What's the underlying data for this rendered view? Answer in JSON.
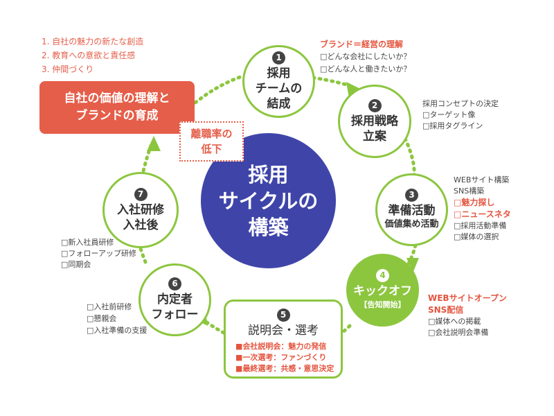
{
  "center": {
    "line1": "採用",
    "line2": "サイクルの",
    "line3": "構築"
  },
  "steps": [
    {
      "num": "1",
      "lines": [
        "採用",
        "チームの",
        "結成"
      ]
    },
    {
      "num": "2",
      "lines": [
        "採用戦略",
        "立案"
      ]
    },
    {
      "num": "3",
      "lines": [
        "準備活動",
        "価値集め活動"
      ]
    },
    {
      "num": "4",
      "lines": [
        "キックオフ",
        "【告知開始】"
      ]
    },
    {
      "num": "5",
      "lines": [
        "説明会・選考"
      ]
    },
    {
      "num": "6",
      "lines": [
        "内定者",
        "フォロー"
      ]
    },
    {
      "num": "7",
      "lines": [
        "入社研修",
        "入社後"
      ]
    }
  ],
  "brand_box": {
    "line1": "自社の価値の理解と",
    "line2": "ブランドの育成"
  },
  "turnover": {
    "line1": "離職率の",
    "line2": "低下"
  },
  "goals": [
    "1. 自社の魅力の新たな創造",
    "2. 教育への意欲と責任感",
    "3. 仲間づくり"
  ],
  "notes_1": {
    "title": "ブランド＝経営の理解",
    "items": [
      "□どんな会社にしたいか？",
      "□どんな人と働きたいか？"
    ]
  },
  "notes_2": {
    "title": "採用コンセプトの決定",
    "items": [
      "□ターゲット像",
      "□採用タグライン"
    ]
  },
  "notes_3": {
    "items": [
      "WEBサイト構築",
      "SNS構築"
    ],
    "highlights": [
      "□魅力探し",
      "□ニュースネタ"
    ],
    "items2": [
      "□採用活動準備",
      "□媒体の選択"
    ]
  },
  "notes_4": {
    "title1": "WEBサイトオープン",
    "title2": "SNS配信",
    "items": [
      "□媒体への掲載",
      "□会社説明会準備"
    ]
  },
  "notes_5": {
    "items": [
      "■会社説明会：魅力の発信",
      "■一次選考：ファンづくり",
      "■最終選考：共感・意思決定"
    ]
  },
  "notes_6": {
    "items": [
      "□入社前研修",
      "□懇親会",
      "□入社準備の支援"
    ]
  },
  "notes_7": {
    "items": [
      "□新入社員研修",
      "□フォローアップ研修",
      "□同期会"
    ]
  },
  "colors": {
    "green": "#8cc63f",
    "navy": "#3f45a8",
    "coral": "#e55e4a",
    "dark": "#444444"
  },
  "icons": {
    "step_number": "numbered-circle",
    "arrow": "triangle-arrow"
  }
}
